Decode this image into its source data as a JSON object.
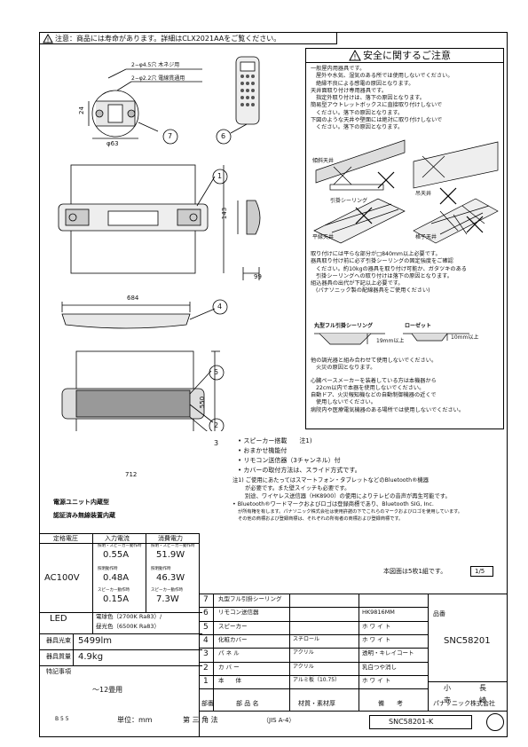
{
  "notice": "注意：商品には寿命があります。詳細はCLX2021AAをご覧ください。",
  "safety": {
    "title": "安全に関するご注意",
    "lines1": [
      "一般屋内用器具です。",
      "屋外や水気、湿気のある所では使用しないでください。",
      "絶縁不良による感電の原因となります。",
      "天井面取り付け専用器具です。",
      "指定外取り付けは、落下の原因となります。",
      "簡易型アウトレットボックスに直接取り付けしないで",
      "ください。落下の原因となります。",
      "下図のような天井や壁面には絶対に取り付けしないで",
      "ください。落下の原因となります。"
    ],
    "ceiling_labels": [
      "傾斜天井",
      "吊天井",
      "引掛シーリング",
      "平縁天井",
      "格子天井"
    ],
    "lines2": [
      "取り付けには平らな部分が□840mm以上必要です。",
      "器具取り付け前に必ず引掛シーリングの固定強度をご確認",
      "ください。約10kgの器具を取り付け可能か、ガタツキのある",
      "引掛シーリングへの取り付けは落下の原因となります。",
      "組込器具の出代が下記以上必要です。",
      "(パナソニック製の配線器具をご使用ください)"
    ],
    "fitting_labels": [
      "丸型フル引掛シーリング",
      "ローゼット"
    ],
    "fitting_dims": [
      "19mm以上",
      "10mm以上"
    ],
    "lines3": [
      "他の調光器と組み合わせて使用しないでください。",
      "火災の原因となります。",
      "心臓ペースメーカーを装着している方は本機器から",
      "22cm以内で本器を使用しないでください。",
      "自動ドア、火災報知機などの自動制御機器の近くで",
      "使用しないでください。",
      "病院内や医療電気機器のある場所では使用しないでください。"
    ]
  },
  "dims": {
    "hole_a": "2−φ4.5穴 木ネジ用",
    "hole_b": "2−φ2.2穴 電線貫通用",
    "d24": "24",
    "d63": "φ63",
    "d143": "143",
    "d99": "99",
    "d684": "684",
    "d550": "550",
    "d712": "712"
  },
  "callouts": [
    "1",
    "2",
    "3",
    "4",
    "5",
    "6",
    "7"
  ],
  "features": [
    "スピーカー搭載　　注1)",
    "おまかせ機能付",
    "リモコン送信器（3チャンネル）付",
    "カバーの取付方法は、スライド方式です。"
  ],
  "notes": [
    "注1) ご使用にあたってはスマートフォン・タブレットなどのBluetooth®機器",
    "が必要です。また壁スイッチも必要です。",
    "別途、ワイヤレス送信器（HK8900）の使用によりテレビの音声が再生可能です。",
    "Bluetooth®ワードマークおよびロゴは登録商標であり、Bluetooth SIG, Inc.",
    "が所有権を有します。パナソニック株式会社は使用許諾の下でこれらのマークおよびロゴを使用しています。",
    "その他の商標および登録商標は、それぞれの所有者の商標および登録商標です。"
  ],
  "power_unit": "電源ユニット内蔵型",
  "cert": "認証済み無線装置内蔵",
  "specs": {
    "h_rated_v": "定格電圧",
    "h_input_i": "入力電流",
    "h_power": "消費電力",
    "rated_v": "AC100V",
    "sub1": "照明・スピーカー動作時",
    "i1": "0.55A",
    "p1": "51.9W",
    "sub2": "照明動作時",
    "i2": "0.48A",
    "p2": "46.3W",
    "sub3": "スピーカー動作時",
    "i3": "0.15A",
    "p3": "7.3W"
  },
  "led": {
    "label": "LED",
    "line1": "電球色（2700K Ra83）/",
    "line2": "昼光色（6500K Ra83）"
  },
  "flux_label": "器具光束",
  "flux_value": "5499lm",
  "mass_label": "器具質量",
  "mass_value": "4.9kg",
  "special_label": "特記事項",
  "special_value": "〜12畳用",
  "parts": [
    {
      "no": "7",
      "name": "丸型フル引掛シーリング",
      "material": "",
      "color": "",
      "note": ""
    },
    {
      "no": "6",
      "name": "リモコン送信器",
      "material": "",
      "color": "HK9816MM",
      "note": ""
    },
    {
      "no": "5",
      "name": "スピーカー",
      "material": "",
      "color": "ホ ワ イ ト",
      "note": ""
    },
    {
      "no": "4",
      "name": "化粧カバー",
      "material": "スチロール",
      "color": "ホ ワ イ ト",
      "note": ""
    },
    {
      "no": "3",
      "name": "パ ネ ル",
      "material": "アクリル",
      "color": "透明・キレイコート",
      "note": ""
    },
    {
      "no": "2",
      "name": "カ バ ー",
      "material": "アクリル",
      "color": "乳白つや消し",
      "note": ""
    },
    {
      "no": "1",
      "name": "本　　体",
      "material": "アルミ板（10.75）",
      "color": "ホ ワ イ ト",
      "note": ""
    }
  ],
  "parts_header": {
    "no": "部番",
    "name": "部 品 名",
    "material": "材質・素材厚",
    "color": "備　　考"
  },
  "sheet": "本図面は5枚1組です。",
  "sheet_no": "1/5",
  "product_label": "品番",
  "product": "SNC58201",
  "sign": {
    "l1": "小",
    "r1": "長",
    "l2": "寺",
    "r2": "崎"
  },
  "company": "パナソニック株式会社",
  "footer": {
    "code": "B 5 5",
    "unit_label": "単位：mm",
    "angle": "第 三 角 法",
    "std": "（JIS A-4）",
    "drawing_no": "SNC58201-K"
  }
}
